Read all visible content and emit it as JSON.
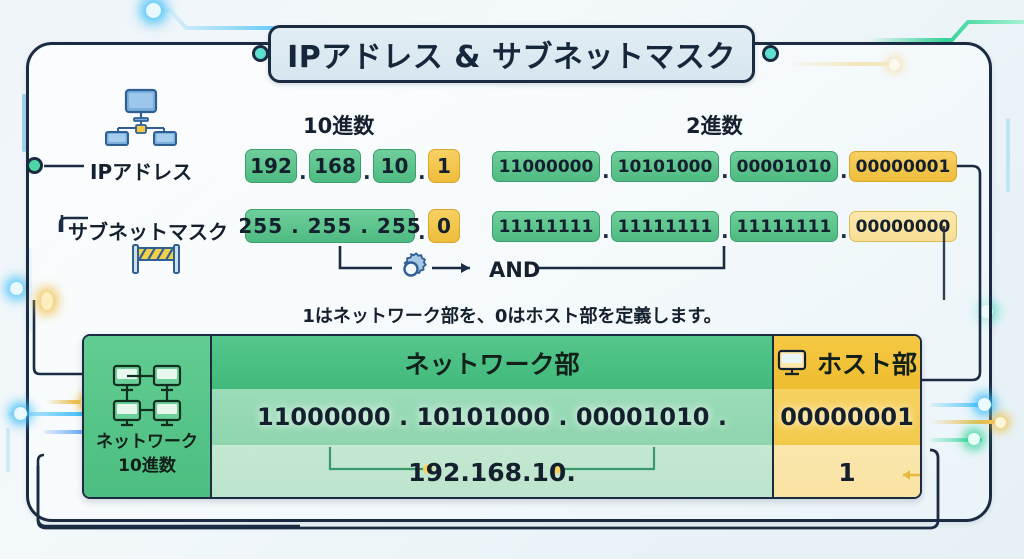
{
  "title": "IPアドレス & サブネットマスク",
  "columns": {
    "decimal_header": "10進数",
    "binary_header": "2進数"
  },
  "rows": {
    "ip": {
      "label": "IPアドレス",
      "icon": "network-computers-icon",
      "decimal": [
        "192",
        "168",
        "10",
        "1"
      ],
      "binary": [
        "11000000",
        "10101000",
        "00001010",
        "00000001"
      ]
    },
    "mask": {
      "label": "サブネットマスク",
      "icon": "barrier-icon",
      "decimal_network": "255 . 255 . 255",
      "decimal_host": "0",
      "binary": [
        "11111111",
        "11111111",
        "11111111",
        "00000000"
      ]
    }
  },
  "operation": {
    "icon": "gear-icon",
    "label": "AND"
  },
  "caption": "1はネットワーク部を、0はホスト部を定義します。",
  "result": {
    "side_label_line1": "ネットワーク",
    "side_label_line2": "10進数",
    "side_icon": "network-topology-icon",
    "header_network": "ネットワーク部",
    "header_host": "ホスト部",
    "host_icon": "monitor-icon",
    "binary_network": "11000000 . 10101000 . 00001010 .",
    "binary_host": "00000001",
    "decimal_network": "192.168.10.",
    "decimal_host": "1"
  },
  "colors": {
    "frame": "#1b2c42",
    "green": "#4fba82",
    "amber": "#eebd3b",
    "amber_soft": "#f7dd92",
    "title_bg": "#d6e6f0",
    "accent_cyan": "#38bdf8",
    "accent_teal": "#5ee0d0"
  }
}
